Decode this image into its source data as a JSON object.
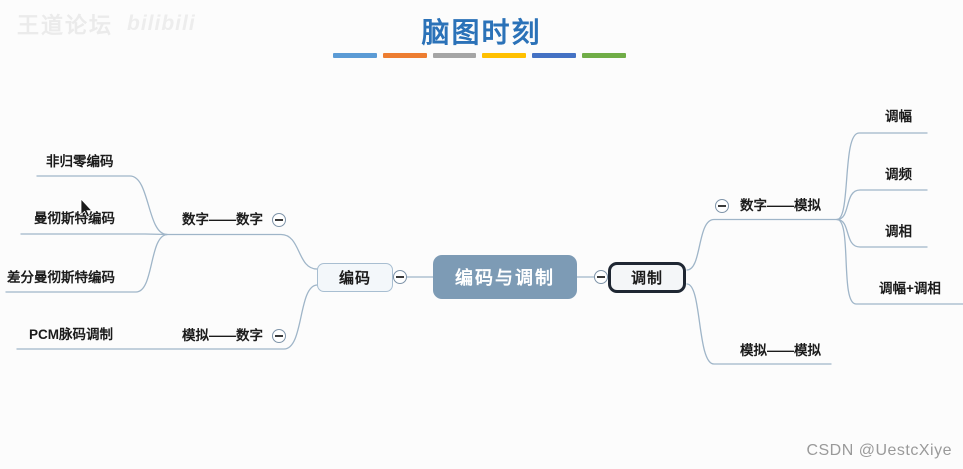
{
  "watermark_top": {
    "site": "王道论坛",
    "logo": "bilibili"
  },
  "title": {
    "text": "脑图时刻",
    "color": "#2b72b8"
  },
  "palette_bars": [
    "#5b9bd5",
    "#ed7d31",
    "#a5a5a5",
    "#ffc000",
    "#4472c4",
    "#70ad47"
  ],
  "mindmap": {
    "root": {
      "label": "编码与调制",
      "bg": "#7d9bb5"
    },
    "left_branch": {
      "node": "编码",
      "children": [
        {
          "label": "数字——数字",
          "children": [
            "非归零编码",
            "曼彻斯特编码",
            "差分曼彻斯特编码"
          ]
        },
        {
          "label": "模拟——数字",
          "children": [
            "PCM脉码调制"
          ]
        }
      ]
    },
    "right_branch": {
      "node": "调制",
      "children": [
        {
          "label": "数字——模拟",
          "children": [
            "调幅",
            "调频",
            "调相",
            "调幅+调相"
          ]
        },
        {
          "label": "模拟——模拟",
          "children": []
        }
      ]
    }
  },
  "watermark_bottom": {
    "text": "CSDN @UestcXiye"
  }
}
